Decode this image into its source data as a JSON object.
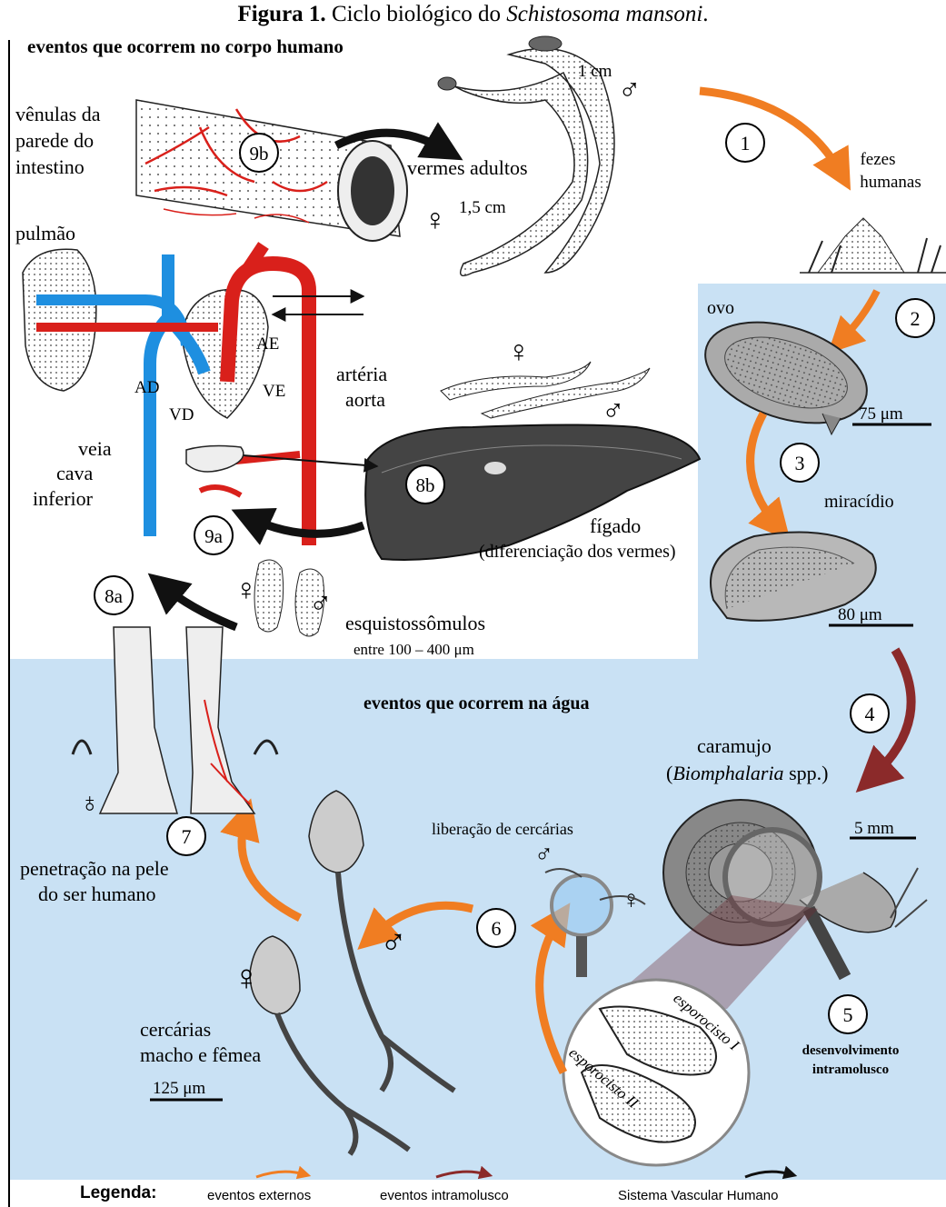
{
  "figure": {
    "title_bold": "Figura 1.",
    "title_rest": " Ciclo biológico do ",
    "title_italic": "Schistosoma mansoni",
    "title_end": "."
  },
  "sections": {
    "human_body": "eventos que ocorrem no corpo humano",
    "water": "eventos que ocorrem na água"
  },
  "labels": {
    "venulas_1": "vênulas da",
    "venulas_2": "parede do",
    "venulas_3": "intestino",
    "vermes_adultos": "vermes adultos",
    "size_male": "1 cm",
    "size_female": "1,5 cm",
    "fezes_1": "fezes",
    "fezes_2": "humanas",
    "pulmao": "pulmão",
    "ae": "AE",
    "ad": "AD",
    "ve": "VE",
    "vd": "VD",
    "arteria_1": "artéria",
    "arteria_2": "aorta",
    "veia_1": "veia",
    "veia_2": "cava",
    "veia_3": "inferior",
    "figado": "fígado",
    "figado_sub": "(diferenciação dos vermes)",
    "esquisto": "esquistossômulos",
    "esquisto_size": "entre 100 – 400 μm",
    "ovo": "ovo",
    "ovo_scale": "75 μm",
    "miracidio": "miracídio",
    "miracidio_scale": "80 μm",
    "caramujo": "caramujo",
    "caramujo_species": "Biomphalaria",
    "caramujo_spp": " spp.)",
    "caramujo_open": "(",
    "snail_scale": "5 mm",
    "liberacao": "liberação de cercárias",
    "penetracao_1": "penetração na pele",
    "penetracao_2": "do ser humano",
    "cercarias_1": "cercárias",
    "cercarias_2": "macho e fêmea",
    "cercarias_scale": "125 μm",
    "esporocisto_1": "esporocisto I",
    "esporocisto_2": "esporocisto II",
    "desenvolvimento_1": "desenvolvimento",
    "desenvolvimento_2": "intramolusco",
    "male_symbol": "♂",
    "female_symbol": "♀"
  },
  "steps": [
    "1",
    "2",
    "3",
    "4",
    "5",
    "6",
    "7",
    "8a",
    "8b",
    "9a",
    "9b"
  ],
  "legend": {
    "title": "Legenda:",
    "external": "eventos externos",
    "intramollusc": "eventos intramolusco",
    "vascular": "Sistema Vascular Humano"
  },
  "colors": {
    "water": "#c9e1f4",
    "external_arrow": "#f07d22",
    "intramollusc_arrow": "#8b2a2a",
    "vascular_arrow": "#000000",
    "vein": "#1e8fe0",
    "artery": "#d9201b"
  }
}
